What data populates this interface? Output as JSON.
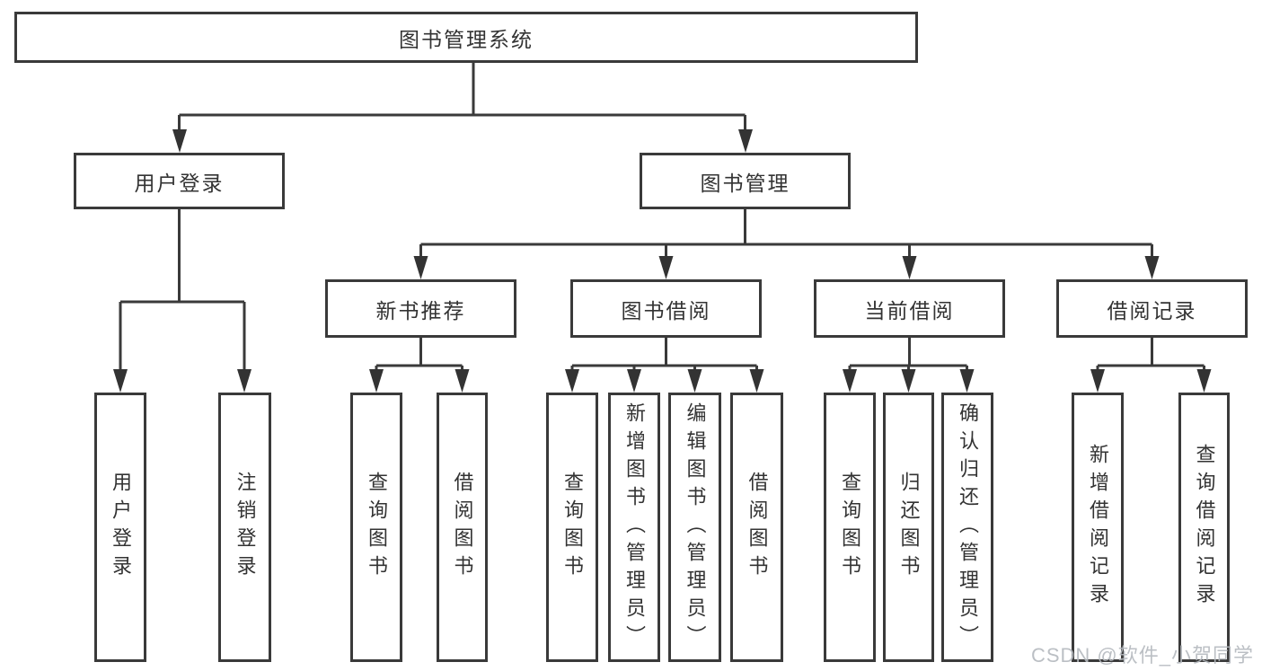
{
  "diagram": {
    "root": {
      "label": "图书管理系统"
    },
    "branches": [
      {
        "label": "用户登录",
        "children": [
          {
            "label": "用户登录"
          },
          {
            "label": "注销登录"
          }
        ]
      },
      {
        "label": "图书管理",
        "children": [
          {
            "label": "新书推荐",
            "children": [
              {
                "label": "查询图书"
              },
              {
                "label": "借阅图书"
              }
            ]
          },
          {
            "label": "图书借阅",
            "children": [
              {
                "label": "查询图书"
              },
              {
                "label": "新增图书（管理员）"
              },
              {
                "label": "编辑图书（管理员）"
              },
              {
                "label": "借阅图书"
              }
            ]
          },
          {
            "label": "当前借阅",
            "children": [
              {
                "label": "查询图书"
              },
              {
                "label": "归还图书"
              },
              {
                "label": "确认归还（管理员）"
              }
            ]
          },
          {
            "label": "借阅记录",
            "children": [
              {
                "label": "新增借阅记录"
              },
              {
                "label": "查询借阅记录"
              }
            ]
          }
        ]
      }
    ],
    "watermark": "CSDN @软件_小贺同学",
    "colors": {
      "line": "#3a3a3a",
      "text": "#333333",
      "background": "#ffffff",
      "watermark": "#b4b9be"
    }
  }
}
